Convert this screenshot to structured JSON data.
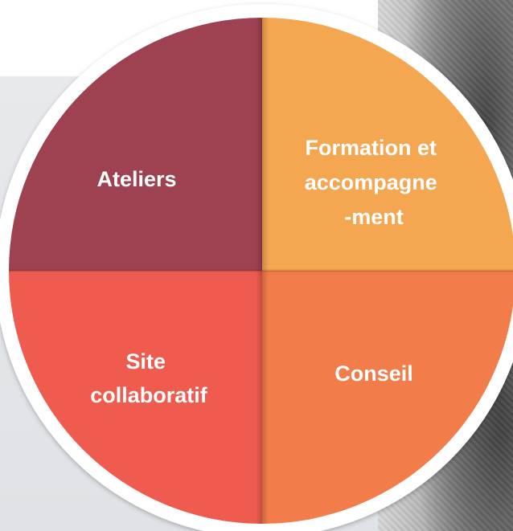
{
  "diagram": {
    "colors": {
      "top_left": "#9e4150",
      "top_right": "#f4a651",
      "bottom_left": "#ef5b4e",
      "bottom_right": "#f27d4b"
    },
    "segments": [
      {
        "key": "ateliers",
        "lines": [
          "Ateliers"
        ]
      },
      {
        "key": "formation",
        "lines": [
          "Formation et",
          "accompagne",
          "-ment"
        ]
      },
      {
        "key": "site",
        "lines": [
          "Site",
          "collaboratif"
        ]
      },
      {
        "key": "conseil",
        "lines": [
          "Conseil"
        ]
      }
    ]
  }
}
